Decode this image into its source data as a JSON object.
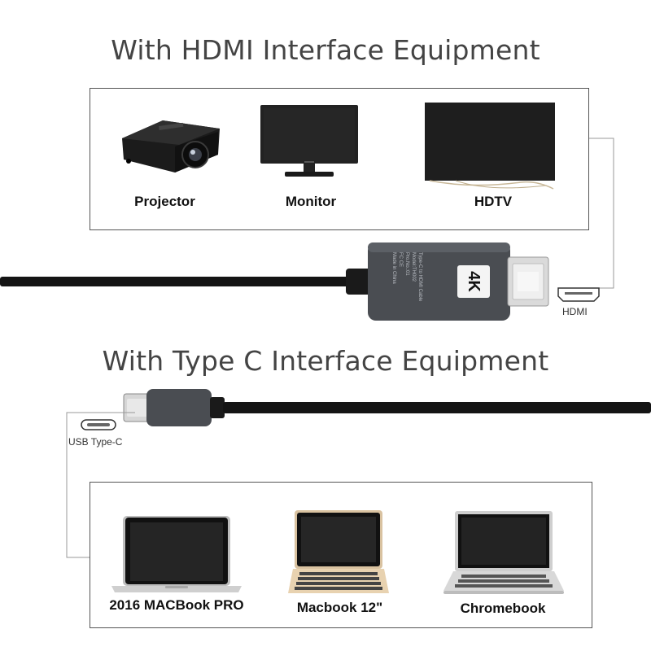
{
  "hdmi_section": {
    "title": "With HDMI Interface Equipment",
    "devices": [
      {
        "label": "Projector",
        "icon": "projector-icon"
      },
      {
        "label": "Monitor",
        "icon": "monitor-icon"
      },
      {
        "label": "HDTV",
        "icon": "tv-icon"
      }
    ],
    "port_label": "HDMI"
  },
  "cable": {
    "print_lines": [
      "Type-C to HDMI Cable",
      "Model:TH002",
      "Pro.No.:01",
      "FC CE",
      "Made in China"
    ],
    "badge": "4K"
  },
  "typec_section": {
    "title": "With Type C Interface Equipment",
    "port_label": "USB Type-C",
    "devices": [
      {
        "label": "2016 MACBook PRO",
        "icon": "laptop-icon"
      },
      {
        "label": "Macbook 12\"",
        "icon": "laptop-icon"
      },
      {
        "label": "Chromebook",
        "icon": "laptop-icon"
      }
    ]
  },
  "colors": {
    "cable": "#1a1a1a",
    "connector_body": "#4a4d52",
    "screen": "#202020",
    "heading": "#444444"
  }
}
